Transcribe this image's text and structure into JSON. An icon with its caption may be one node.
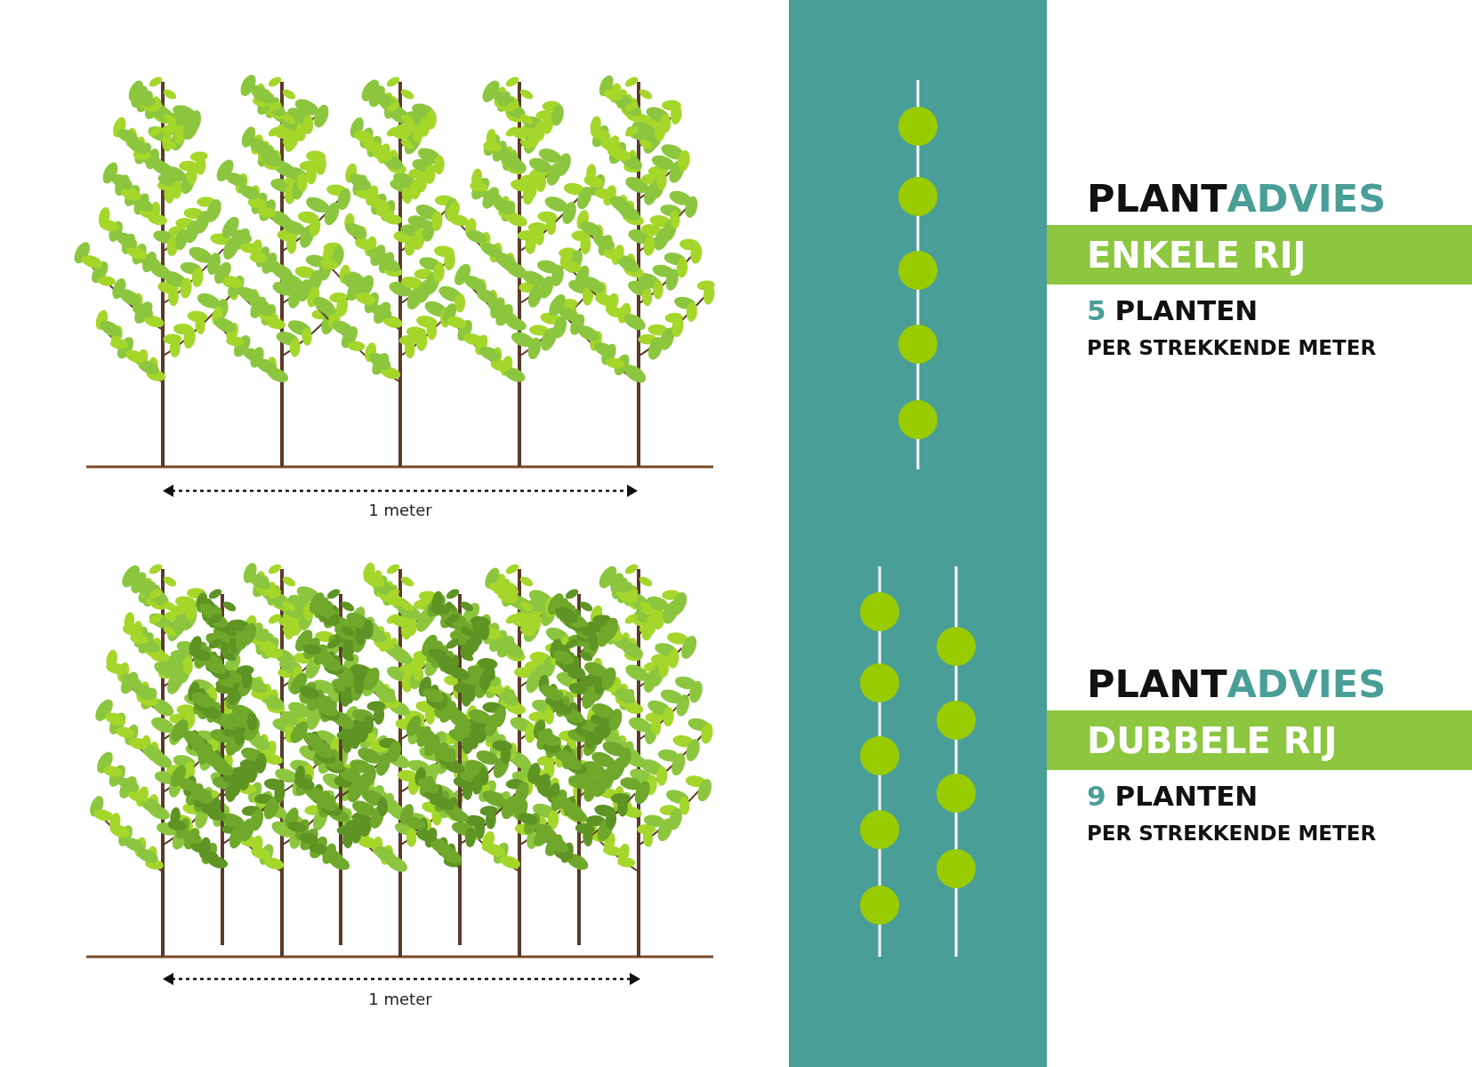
{
  "diagram": {
    "labels": [
      "1 meter",
      "1 meter",
      "PLANT",
      "ADVIES",
      "ENKELE RIJ",
      "5",
      "PLANTEN",
      "PER STREKKENDE METER",
      "PLANT",
      "ADVIES",
      "DUBBELE RIJ",
      "9",
      "PLANTEN",
      "PER STREKKENDE METER"
    ]
  }
}
